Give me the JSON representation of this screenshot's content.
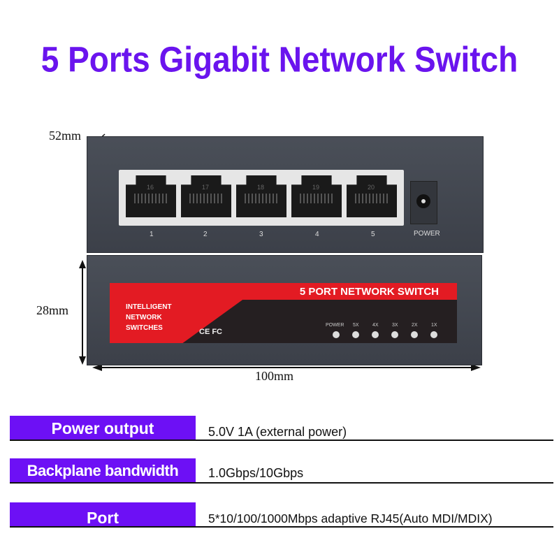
{
  "title": "5 Ports Gigabit Network Switch",
  "dimensions": {
    "depth": "52mm",
    "height": "28mm",
    "width": "100mm"
  },
  "device": {
    "port_numbers": [
      "1",
      "2",
      "3",
      "4",
      "5"
    ],
    "port_inner_numbers": [
      "16",
      "17",
      "18",
      "19",
      "20"
    ],
    "power_label": "POWER",
    "label_title": "5 PORT NETWORK SWITCH",
    "label_left": [
      "INTELLIGENT",
      "NETWORK",
      "SWITCHES"
    ],
    "cert": "CE FC",
    "leds": [
      "POWER",
      "5X",
      "4X",
      "3X",
      "2X",
      "1X"
    ],
    "colors": {
      "body": "#454a53",
      "label_red": "#e31b23",
      "label_dark": "#251f21"
    }
  },
  "specs": [
    {
      "key": "Power output",
      "value": "5.0V 1A (external power)"
    },
    {
      "key": "Backplane bandwidth",
      "value": "1.0Gbps/10Gbps"
    },
    {
      "key": "Port",
      "value": "5*10/100/1000Mbps adaptive RJ45(Auto MDI/MDIX)"
    }
  ],
  "accent": "#6d10f5"
}
